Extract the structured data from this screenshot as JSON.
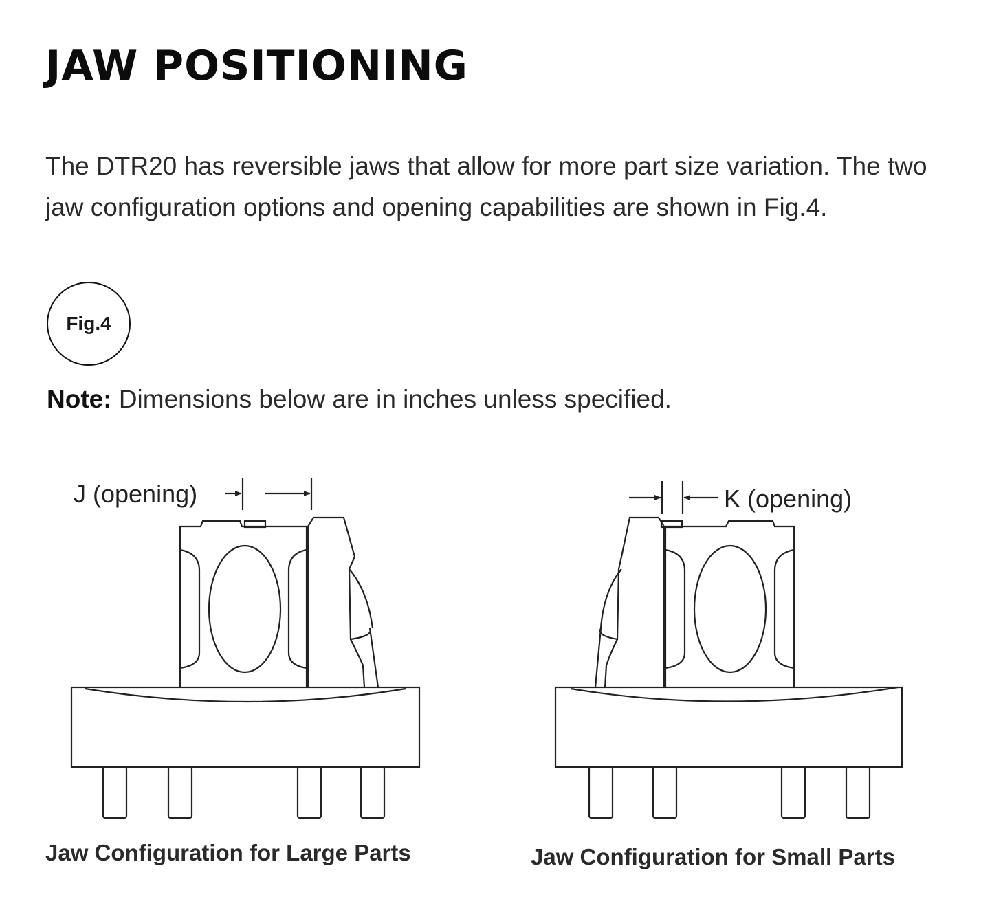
{
  "page": {
    "title": "JAW POSITIONING",
    "intro": "The DTR20 has reversible jaws that allow for more part size variation. The two jaw configuration options and opening capabilities are shown in Fig.4.",
    "figure_badge": "Fig.4",
    "note_label": "Note:",
    "note_text": " Dimensions below are in inches unless specified."
  },
  "figure": {
    "large_parts": {
      "dimension_label": "J (opening)",
      "caption": "Jaw Configuration for Large Parts"
    },
    "small_parts": {
      "dimension_label": "K (opening)",
      "caption": "Jaw Configuration for Small Parts"
    }
  }
}
